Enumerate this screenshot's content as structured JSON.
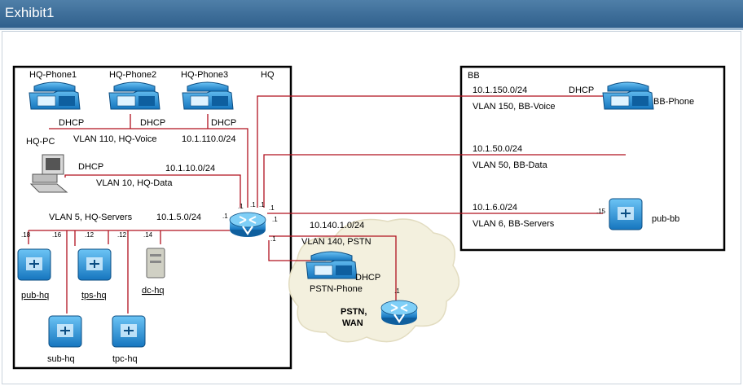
{
  "window": {
    "title": "Exhibit1"
  },
  "sites": {
    "hq": "HQ",
    "bb": "BB",
    "cloud": [
      "PSTN,",
      "WAN"
    ]
  },
  "devices": {
    "hq_phone1": "HQ-Phone1",
    "hq_phone2": "HQ-Phone2",
    "hq_phone3": "HQ-Phone3",
    "hq_pc": "HQ-PC",
    "pub_hq": "pub-hq",
    "tps_hq": "tps-hq",
    "dc_hq": "dc-hq",
    "sub_hq": "sub-hq",
    "tpc_hq": "tpc-hq",
    "pstn_phone": "PSTN-Phone",
    "bb_phone": "BB-Phone",
    "pub_bb": "pub-bb"
  },
  "labels": {
    "dhcp": "DHCP",
    "vlan110": "VLAN 110, HQ-Voice",
    "net110": "10.1.110.0/24",
    "net10": "10.1.10.0/24",
    "vlan10": "VLAN 10, HQ-Data",
    "vlan5": "VLAN 5, HQ-Servers",
    "net5": "10.1.5.0/24",
    "dot1": ".1",
    "net140": "10.140.1.0/24",
    "vlan140": "VLAN 140, PSTN",
    "net150": "10.1.150.0/24",
    "vlan150": "VLAN 150, BB-Voice",
    "net50": "10.1.50.0/24",
    "vlan50": "VLAN 50, BB-Data",
    "net6": "10.1.6.0/24",
    "vlan6": "VLAN 6, BB-Servers",
    "host_pub_hq": ".18",
    "host_tps_hq": ".16",
    "host_sub_hq": ".12",
    "host_tpc_hq": ".12",
    "host_dc_hq": ".14",
    "host_pub_bb": ".15"
  },
  "colors": {
    "link": "#b0121f",
    "device": "#1f8fd6",
    "frame": "#000000"
  }
}
